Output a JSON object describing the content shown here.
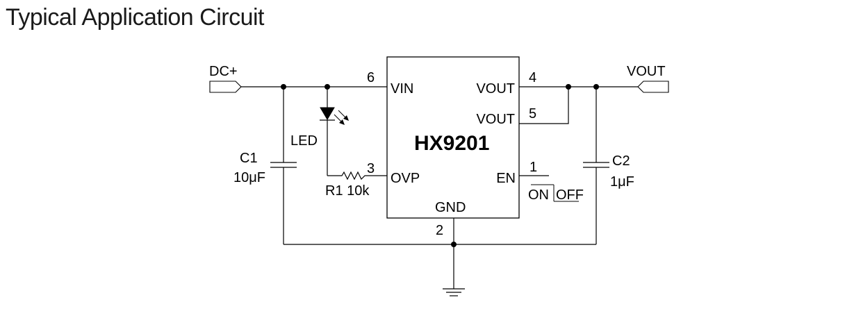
{
  "title": "Typical Application Circuit",
  "ic": {
    "name": "HX9201",
    "pins": {
      "vin": "VIN",
      "vout_top": "VOUT",
      "vout_mid": "VOUT",
      "ovp": "OVP",
      "en": "EN",
      "gnd": "GND"
    },
    "pin_numbers": {
      "vin": "6",
      "vout_top": "4",
      "vout_mid": "5",
      "ovp": "3",
      "en": "1",
      "gnd": "2"
    }
  },
  "ports": {
    "input": "DC+",
    "output": "VOUT"
  },
  "components": {
    "c1_name": "C1",
    "c1_value": "10μF",
    "c2_name": "C2",
    "c2_value": "1μF",
    "led": "LED",
    "r1": "R1 10k"
  },
  "switch": {
    "on": "ON",
    "off": "OFF"
  }
}
